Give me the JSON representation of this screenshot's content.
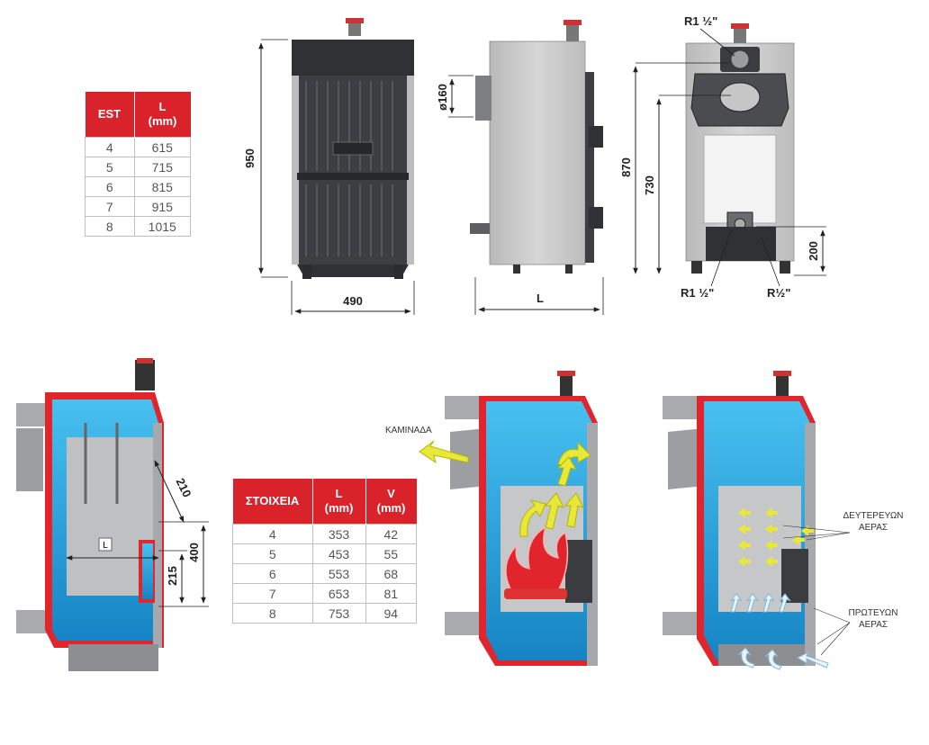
{
  "colors": {
    "header_red": "#d9222a",
    "water_blue": "#1ea0dc",
    "wall_red": "#e0262c",
    "body_gray": "#c8c8c8",
    "panel_dark": "#3a3c40",
    "arrow_yellow": "#e8e83a",
    "arrow_white": "#eaf4fb"
  },
  "table_est": {
    "headers": [
      "EST",
      "L\n(mm)"
    ],
    "rows": [
      [
        "4",
        "615"
      ],
      [
        "5",
        "715"
      ],
      [
        "6",
        "815"
      ],
      [
        "7",
        "915"
      ],
      [
        "8",
        "1015"
      ]
    ]
  },
  "table_stoixeia": {
    "headers": [
      "ΣΤΟΙΧΕΙΑ",
      "L\n(mm)",
      "V\n(mm)"
    ],
    "rows": [
      [
        "4",
        "353",
        "42"
      ],
      [
        "5",
        "453",
        "55"
      ],
      [
        "6",
        "553",
        "68"
      ],
      [
        "7",
        "653",
        "81"
      ],
      [
        "8",
        "753",
        "94"
      ]
    ]
  },
  "front_view": {
    "height_label": "950",
    "width_label": "490"
  },
  "side_view": {
    "flue_label": "ø160",
    "depth_label": "L"
  },
  "rear_view": {
    "top_fitting_label": "R1 ½\"",
    "height_870_label": "870",
    "height_730_label": "730",
    "height_200_label": "200",
    "bottom_left_fitting_label": "R1 ½\"",
    "bottom_right_fitting_label": "R½\""
  },
  "section_view": {
    "dim_210": "210",
    "dim_400": "400",
    "dim_215": "215",
    "length_tag": "L"
  },
  "flow_view": {
    "flue_label": "ΚΑΜΙΝΑΔΑ"
  },
  "air_view": {
    "secondary_air_label": "ΔΕΥΤΕΡΕΥΩΝ\nΑΕΡΑΣ",
    "primary_air_label": "ΠΡΩΤΕΥΩΝ\nΑΕΡΑΣ"
  },
  "icons": [
    "boiler-front-drawing",
    "boiler-side-drawing",
    "boiler-rear-drawing",
    "boiler-cutaway-section",
    "boiler-flue-flow-cutaway",
    "boiler-air-flow-cutaway",
    "flame-icon",
    "arrow-icon"
  ]
}
